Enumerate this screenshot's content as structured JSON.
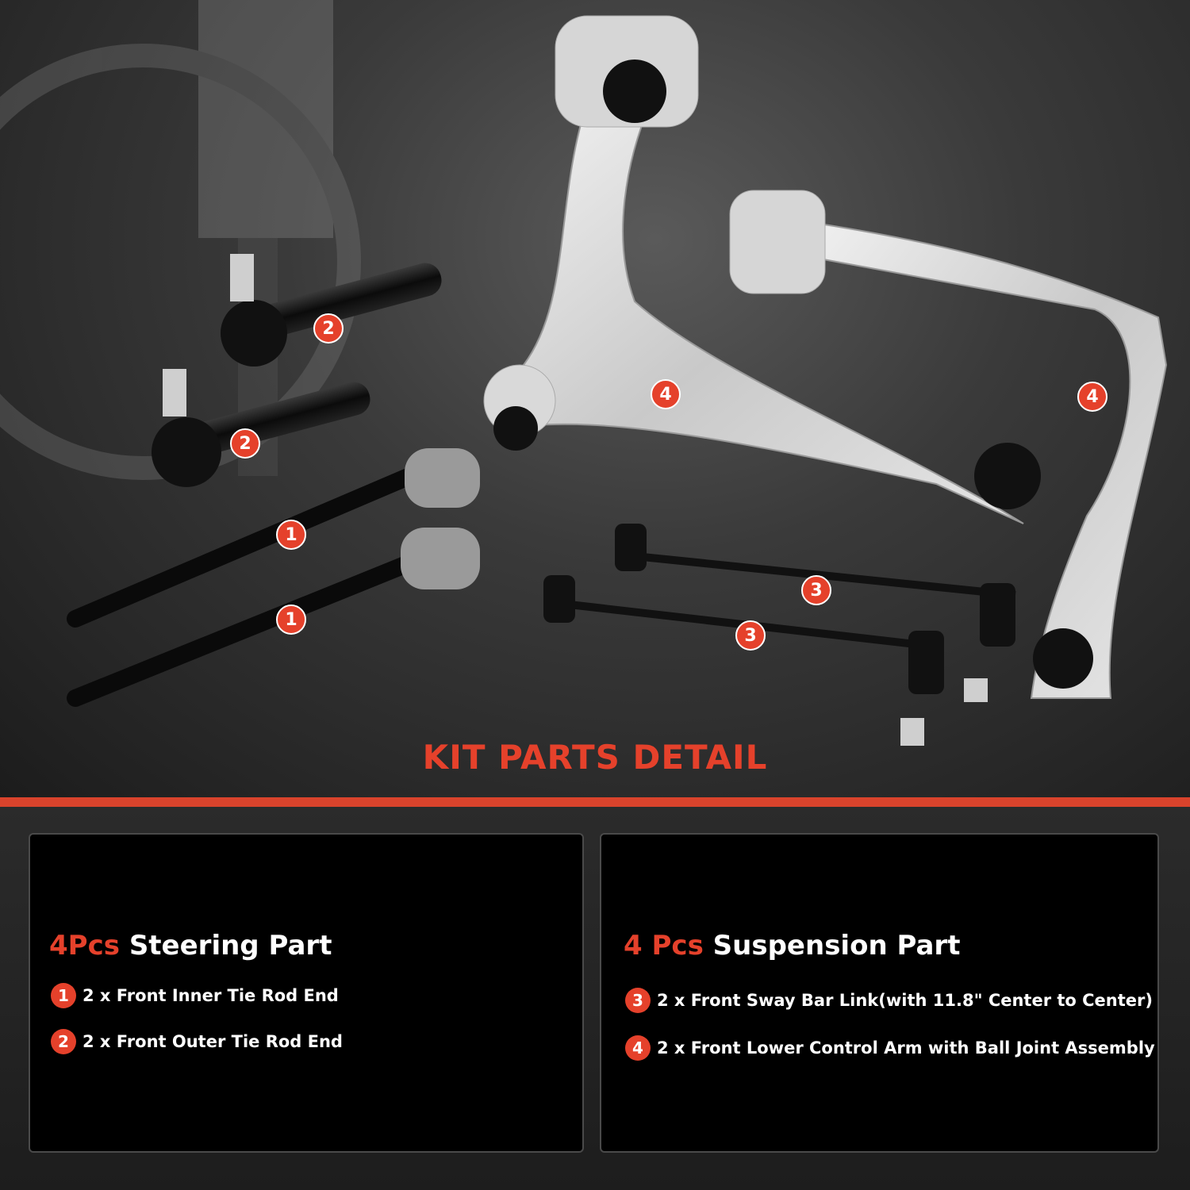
{
  "title": "KIT PARTS DETAIL",
  "colors": {
    "accent": "#e5412b",
    "panel_bg": "#000000",
    "text": "#ffffff"
  },
  "callouts": [
    "1",
    "1",
    "2",
    "2",
    "3",
    "3",
    "4",
    "4"
  ],
  "steering": {
    "qty": "4Pcs",
    "label": "Steering Part",
    "items": [
      {
        "num": "1",
        "text": "2 x Front Inner Tie Rod End"
      },
      {
        "num": "2",
        "text": "2 x Front Outer Tie Rod End"
      }
    ]
  },
  "suspension": {
    "qty": "4 Pcs",
    "label": "Suspension Part",
    "items": [
      {
        "num": "3",
        "text": "2 x Front Sway Bar Link(with 11.8\" Center to Center)"
      },
      {
        "num": "4",
        "text": "2 x Front Lower Control Arm with Ball Joint Assembly"
      }
    ]
  }
}
